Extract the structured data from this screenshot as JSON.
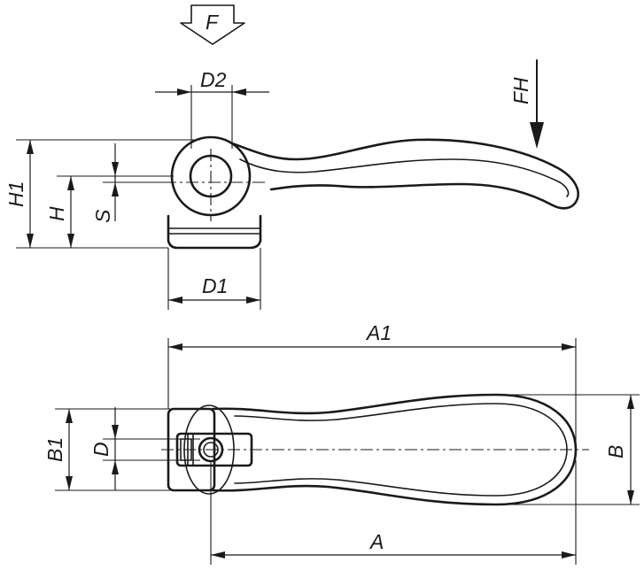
{
  "labels": {
    "F": "F",
    "FH": "FH",
    "D2": "D2",
    "H1": "H1",
    "H": "H",
    "S": "S",
    "D1": "D1",
    "A1": "A1",
    "A": "A",
    "B1": "B1",
    "B": "B",
    "D": "D"
  }
}
